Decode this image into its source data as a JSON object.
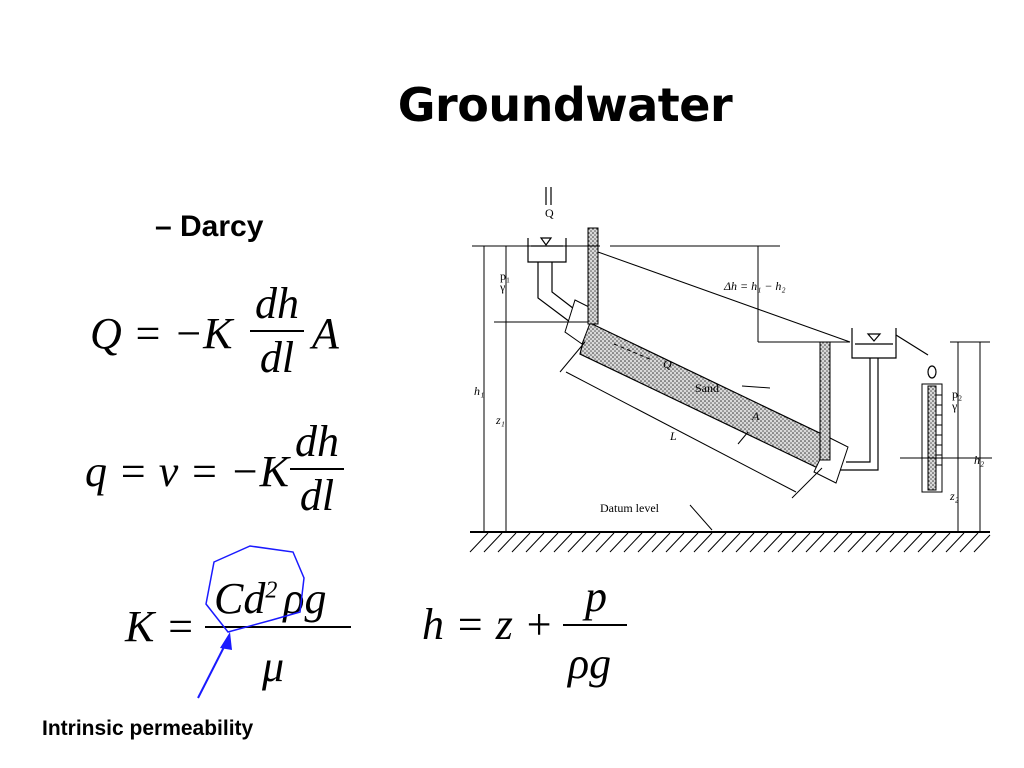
{
  "slide": {
    "title": "Groundwater",
    "bullet": "– Darcy",
    "caption": "Intrinsic permeability"
  },
  "equations": {
    "darcy_Q": {
      "lhs": "Q = −K",
      "num": "dh",
      "den": "dl",
      "tail": "A"
    },
    "darcy_q": {
      "lhs": "q = v = −K",
      "num": "dh",
      "den": "dl"
    },
    "conductivity": {
      "lhs": "K =",
      "num_a": "Cd",
      "num_exp": "2",
      "num_b": "ρg",
      "den": "μ"
    },
    "head": {
      "lhs": "h = z +",
      "num": "p",
      "den": "ρg"
    }
  },
  "diagram": {
    "q_top": "Q",
    "q_flow": "Q",
    "sand": "Sand",
    "area": "A",
    "length": "L",
    "delta_h": "Δh = h₁ − h₂",
    "p1_num": "p₁",
    "p1_den": "γ",
    "p2_num": "p₂",
    "p2_den": "γ",
    "h1": "h₁",
    "z1": "z₁",
    "h2": "h₂",
    "z2": "z₂",
    "datum": "Datum level"
  },
  "colors": {
    "annotation": "#1a1aff"
  }
}
